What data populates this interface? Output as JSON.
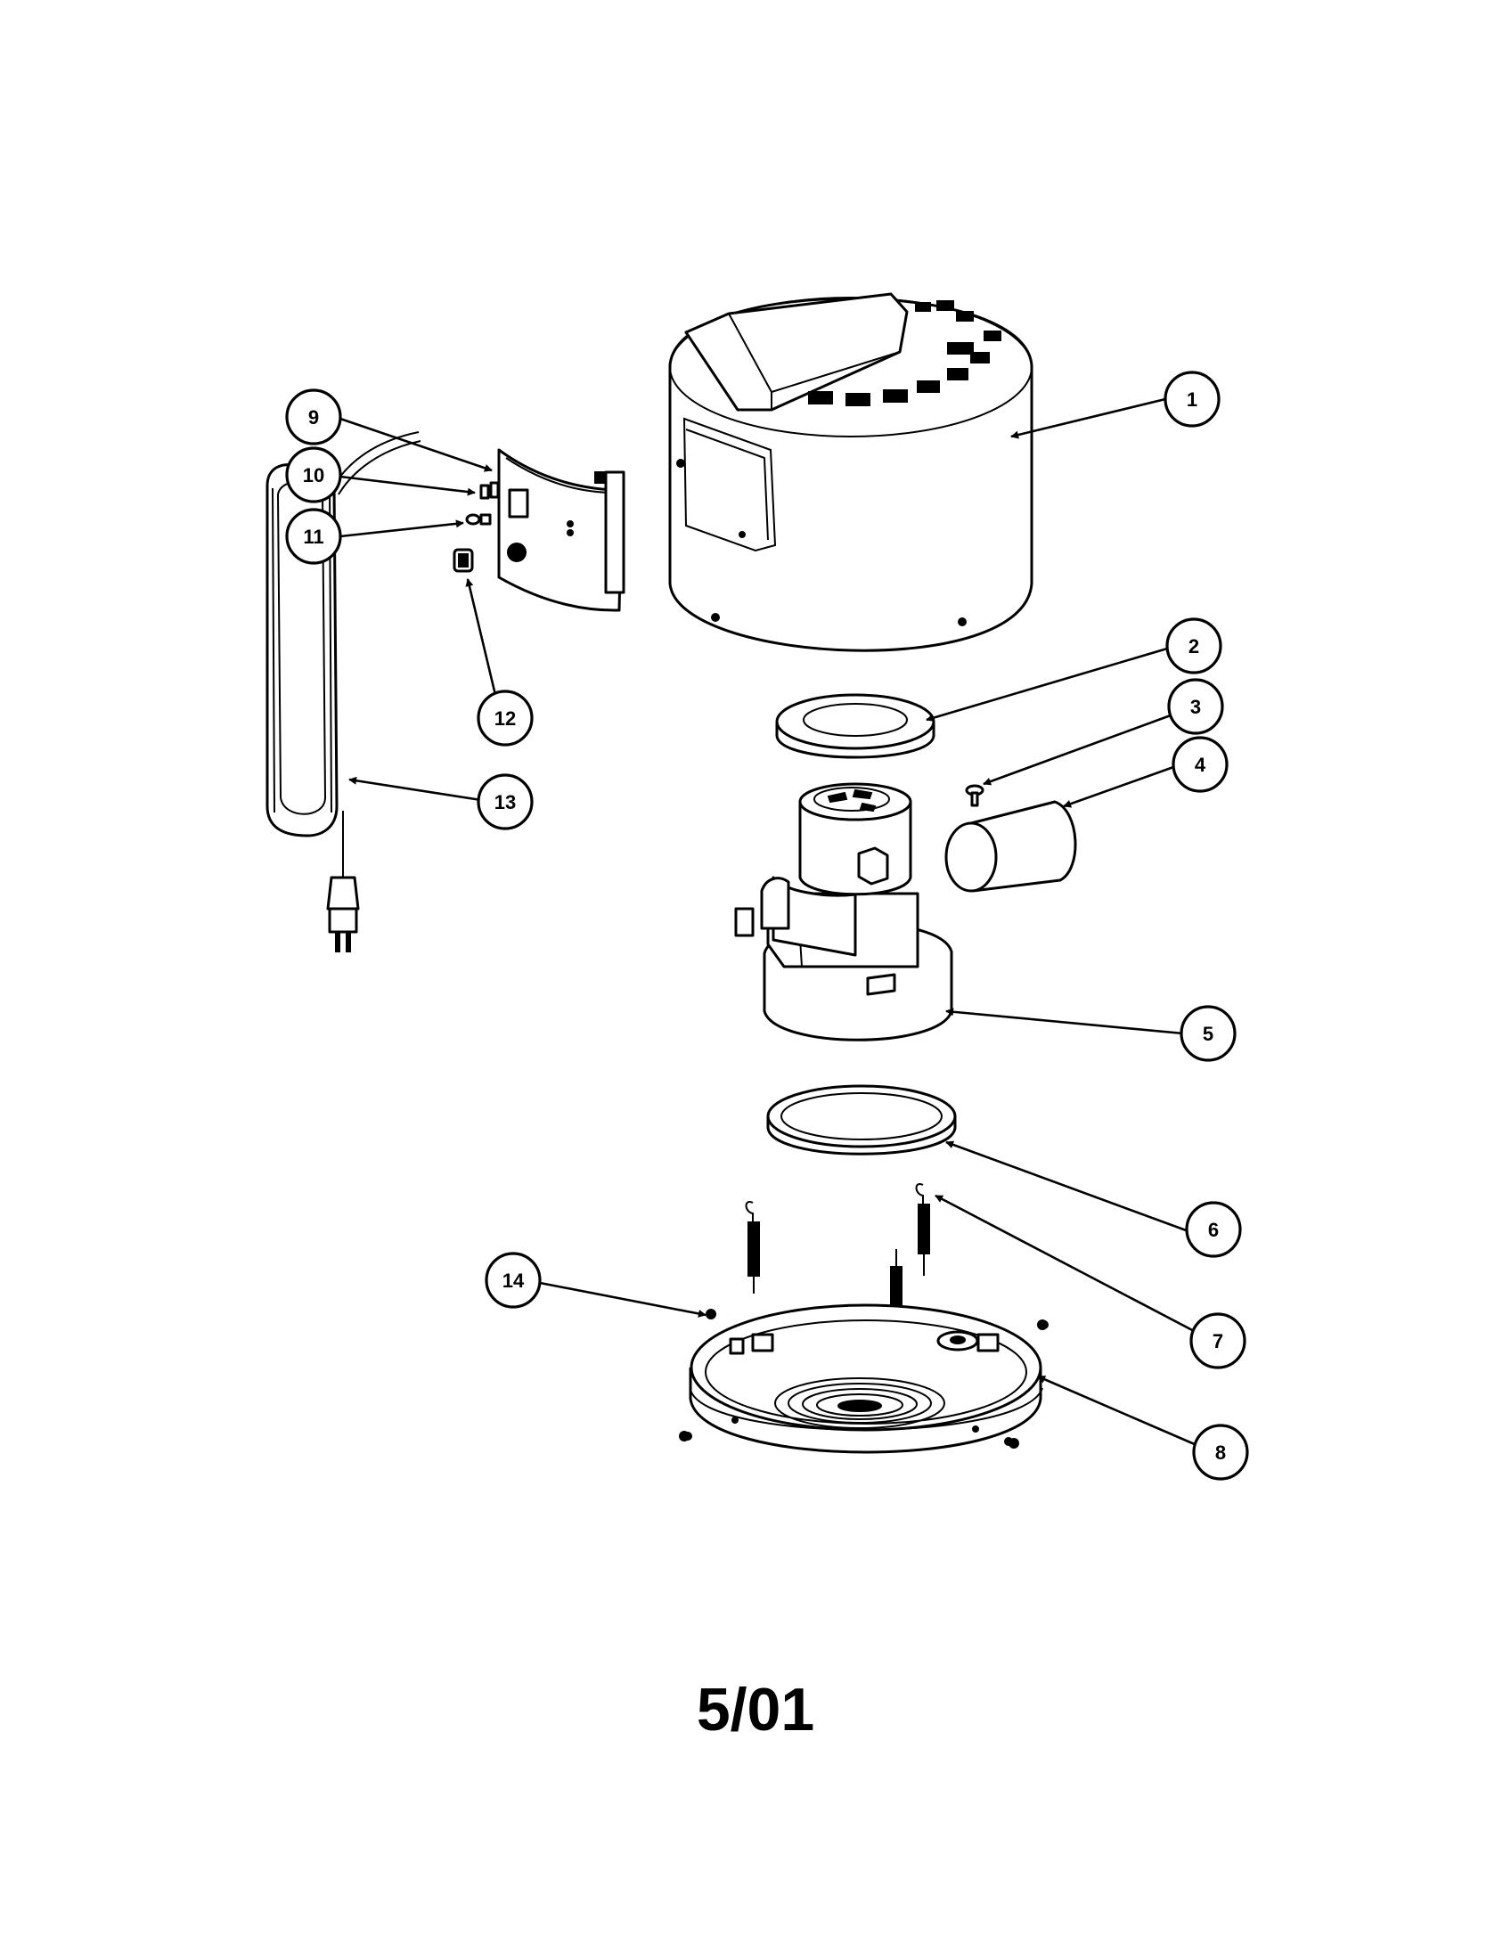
{
  "diagram": {
    "callouts": [
      {
        "label": "1"
      },
      {
        "label": "2"
      },
      {
        "label": "3"
      },
      {
        "label": "4"
      },
      {
        "label": "5"
      },
      {
        "label": "6"
      },
      {
        "label": "7"
      },
      {
        "label": "8"
      },
      {
        "label": "9"
      },
      {
        "label": "10"
      },
      {
        "label": "11"
      },
      {
        "label": "12"
      },
      {
        "label": "13"
      },
      {
        "label": "14"
      }
    ]
  },
  "footer": {
    "date_code": "5/01"
  }
}
